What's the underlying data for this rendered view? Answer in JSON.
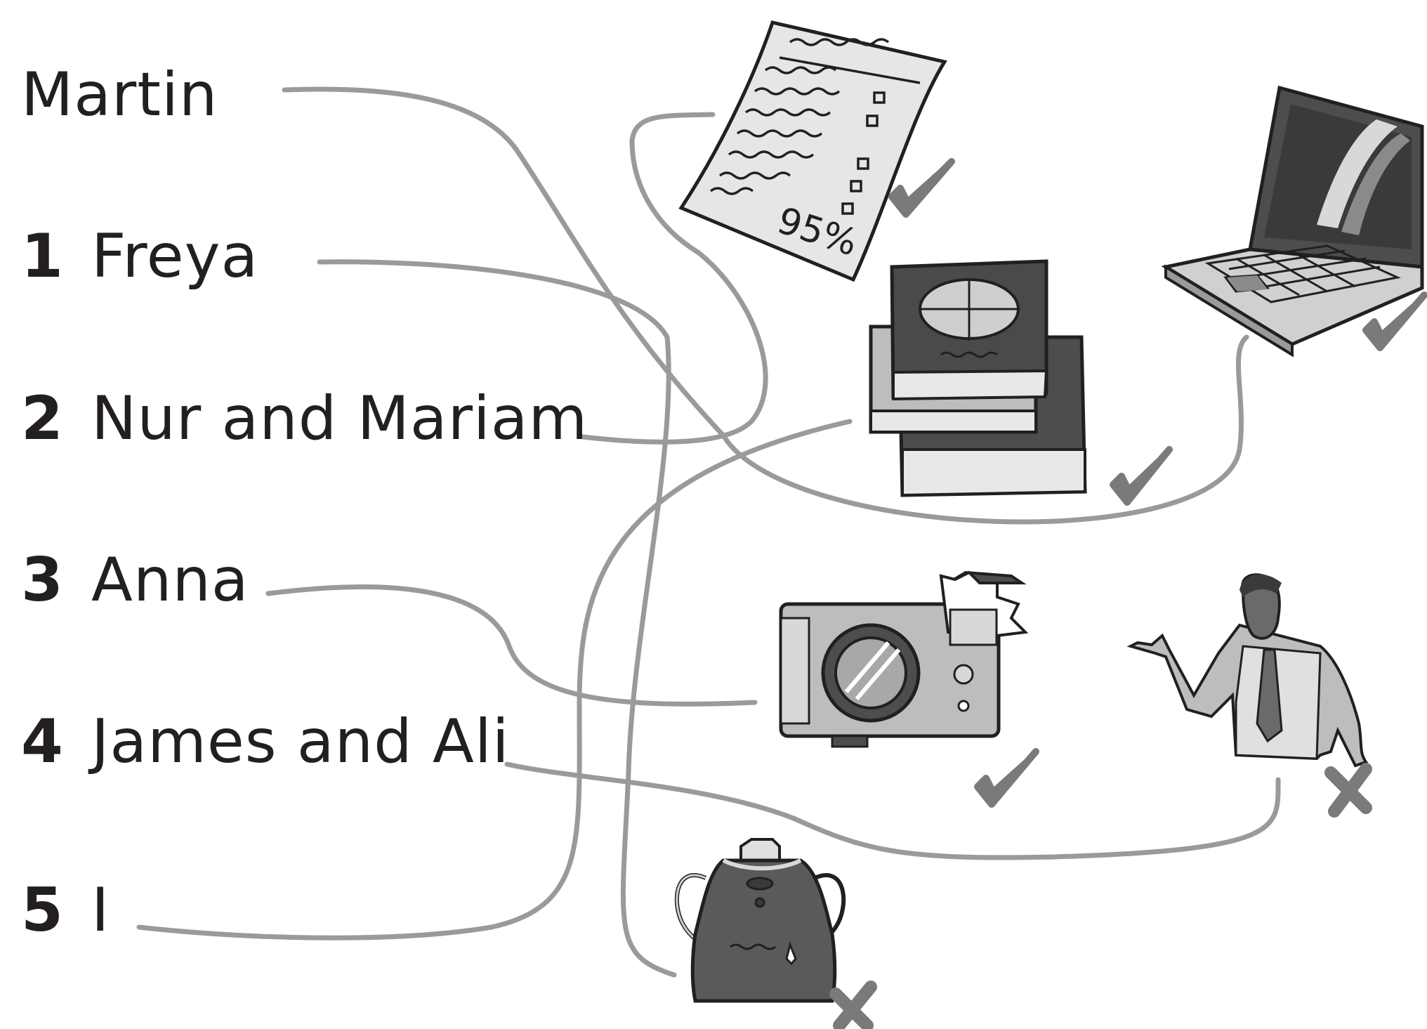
{
  "names": [
    {
      "num": "",
      "name": "Martin"
    },
    {
      "num": "1",
      "name": "Freya"
    },
    {
      "num": "2",
      "name": "Nur and Mariam"
    },
    {
      "num": "3",
      "name": "Anna"
    },
    {
      "num": "4",
      "name": "James and Ali"
    },
    {
      "num": "5",
      "name": "I"
    }
  ],
  "test_paper": {
    "score": "95%",
    "mark": "check"
  },
  "items": [
    {
      "icon": "test-paper-icon",
      "mark": "check"
    },
    {
      "icon": "laptop-icon",
      "mark": "check"
    },
    {
      "icon": "books-icon",
      "mark": "check"
    },
    {
      "icon": "camera-icon",
      "mark": "check"
    },
    {
      "icon": "teacher-icon",
      "mark": "cross"
    },
    {
      "icon": "backpack-icon",
      "mark": "cross"
    }
  ],
  "colors": {
    "line": "#9a9a9a",
    "mark": "#7a7a7a",
    "text": "#231f20"
  }
}
